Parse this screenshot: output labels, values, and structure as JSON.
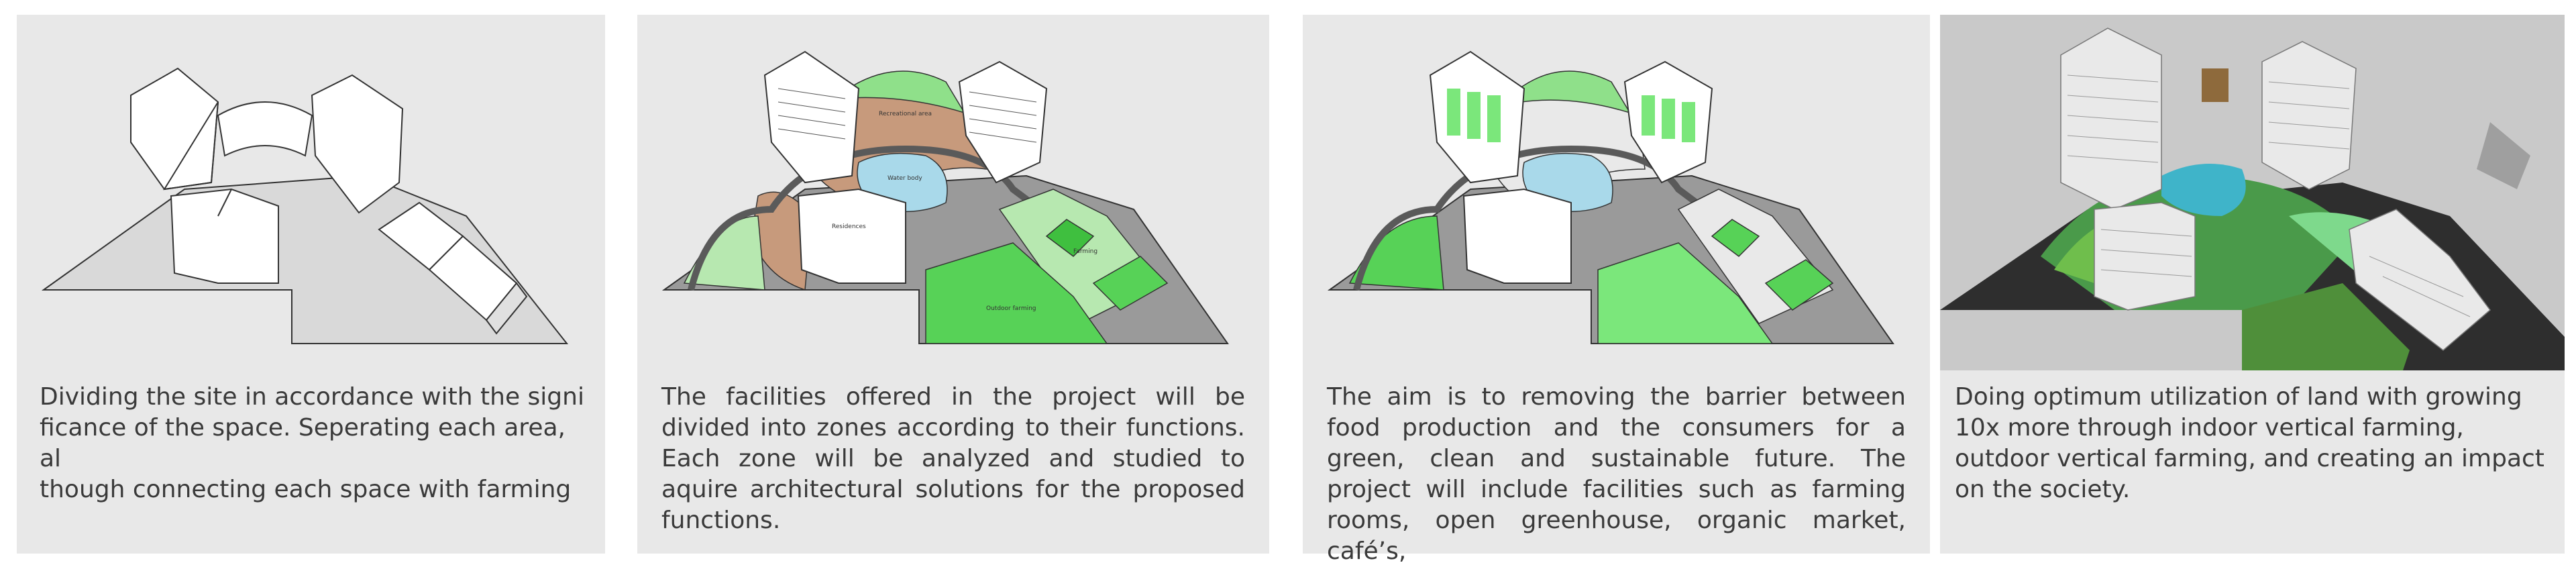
{
  "panels": [
    {
      "caption": "Dividing the site in accordance with the signi\nficance of the space. Seperating each area, al\nthough connecting each space with farming"
    },
    {
      "caption": "The facilities offered in the project will be divided into zones according to their functions. Each zone will be analyzed and studied to aquire architectural solutions for the proposed functions.",
      "labels": {
        "recreational": "Recreational area",
        "water": "Water body",
        "residences": "Residences",
        "farming": "Farming",
        "outdoor": "Outdoor farming"
      }
    },
    {
      "caption": "The aim is to removing the barrier between food production and the consumers for a green, clean and sustainable future. The project will include facilities such as farming rooms, open greenhouse, organic market, café’s,"
    },
    {
      "caption": "Doing optimum utilization of land with growing 10x more through indoor vertical farming, outdoor vertical farming, and creating an impact on the society."
    }
  ],
  "colors": {
    "panel_bg": "#e8e8e8",
    "green_light": "#b7e8b0",
    "green_bright": "#57d257",
    "terracotta": "#c79a7c",
    "water": "#a9d9ea",
    "road": "#7a7a7a"
  }
}
